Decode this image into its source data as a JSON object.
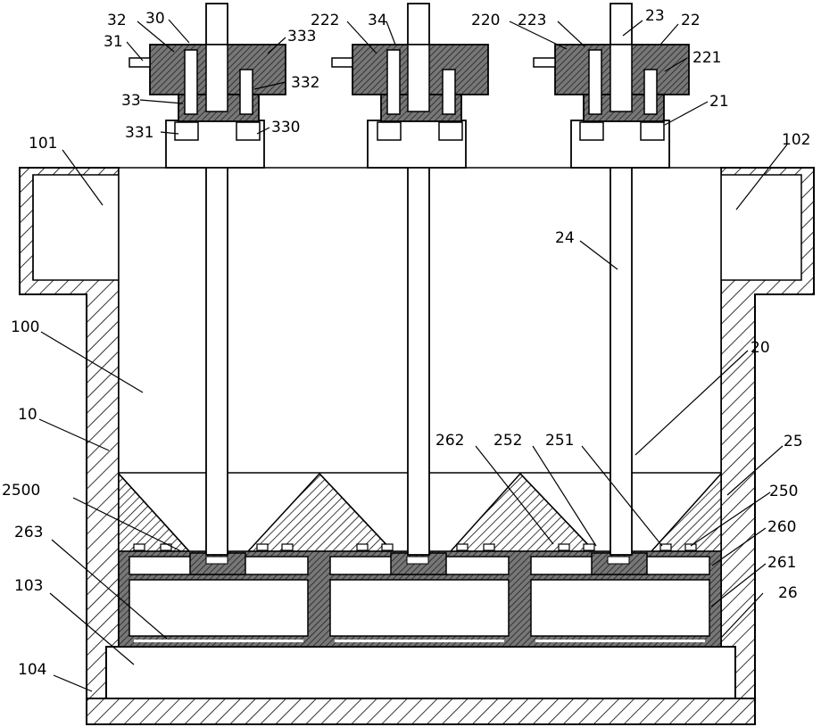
{
  "colors": {
    "line": "#000000",
    "hatch": "#000000",
    "dense": "#5a5a5a",
    "background": "#ffffff"
  },
  "labels": {
    "l31": "31",
    "l32": "32",
    "l30": "30",
    "l333": "333",
    "l33": "33",
    "l332": "332",
    "l331": "331",
    "l330": "330",
    "l222": "222",
    "l34": "34",
    "l220": "220",
    "l223": "223",
    "l23": "23",
    "l22": "22",
    "l221": "221",
    "l21": "21",
    "l101": "101",
    "l102": "102",
    "l24": "24",
    "l100": "100",
    "l20": "20",
    "l10": "10",
    "l262": "262",
    "l252": "252",
    "l251": "251",
    "l25": "25",
    "l2500": "2500",
    "l250": "250",
    "l263": "263",
    "l260": "260",
    "l261": "261",
    "l26": "26",
    "l103": "103",
    "l104": "104"
  }
}
